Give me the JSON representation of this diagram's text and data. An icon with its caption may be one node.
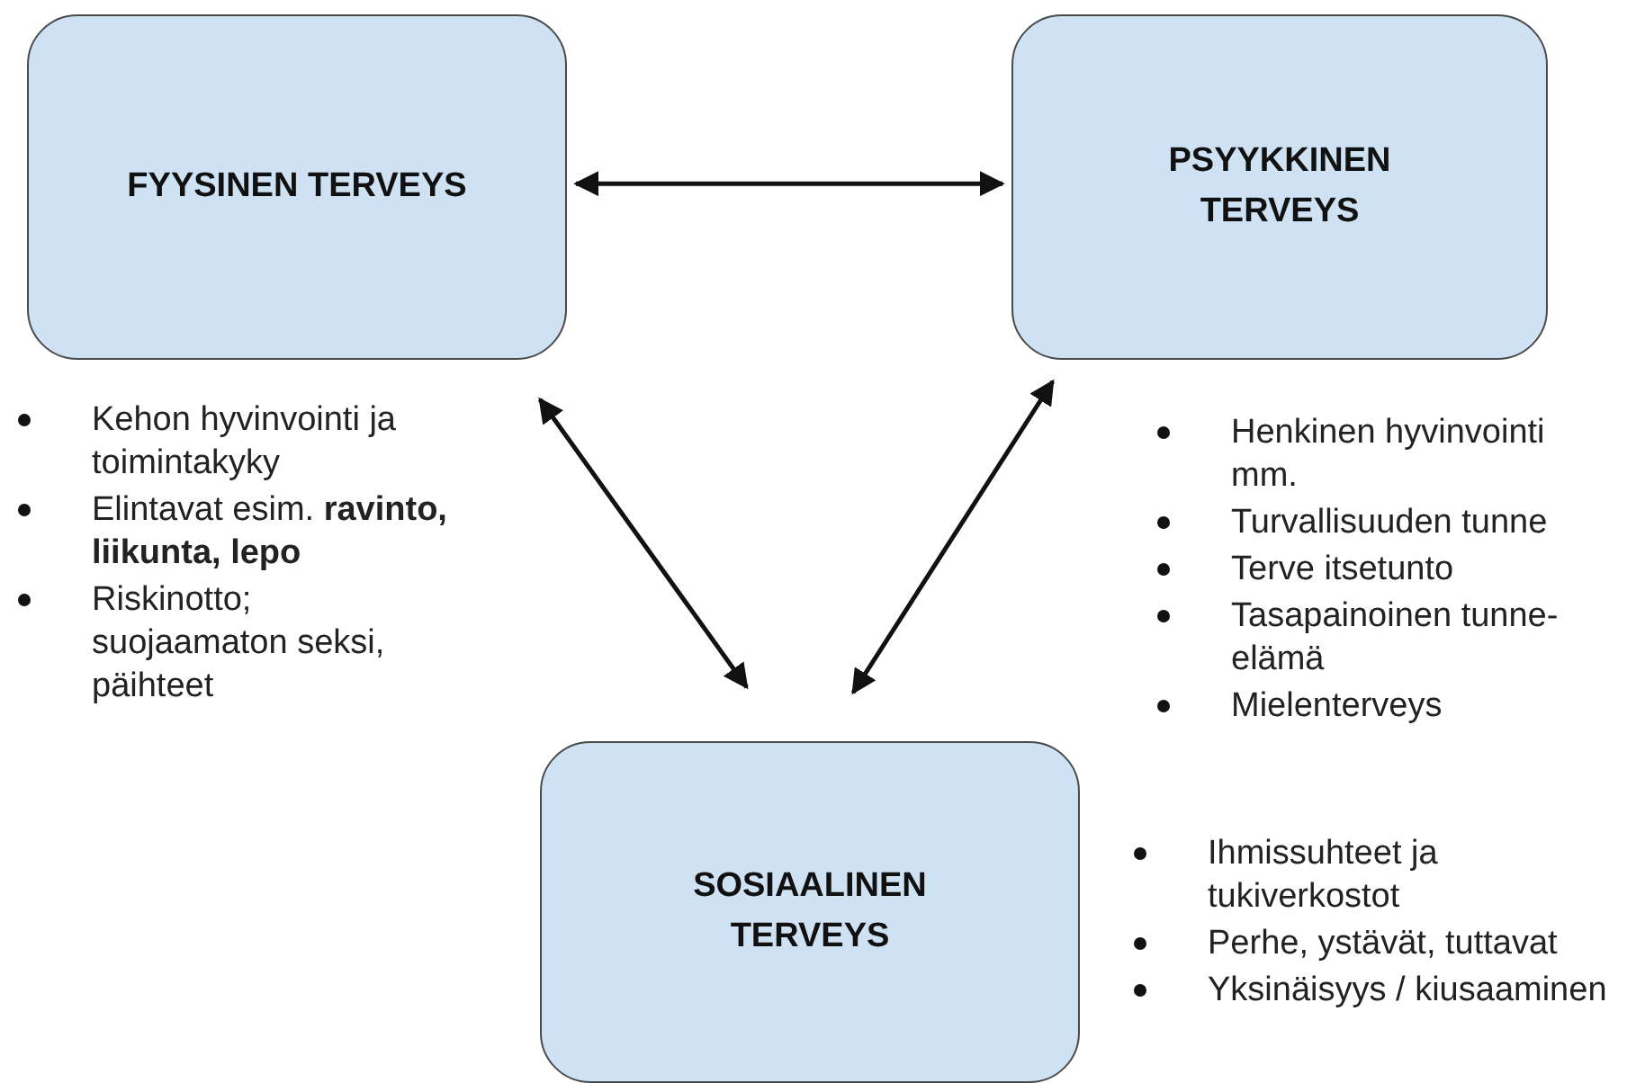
{
  "diagram": {
    "nodes": [
      {
        "text": [
          "FYYSINEN TERVEYS"
        ],
        "beside": [
          "Kehon hyvinvointi ja toimintakyky",
          "Elintavat esim. **ravinto, liikunta, lepo**",
          "Riskinotto; suojaamaton seksi, päihteet"
        ]
      },
      {
        "text": [
          "PSYYKKINEN TERVEYS"
        ],
        "beside": [
          "Henkinen hyvinvointi mm.",
          "Turvallisuuden tunne",
          "Terve itsetunto",
          "Tasapainoinen tunne-elämä",
          "Mielenterveys"
        ]
      },
      {
        "text": [
          "SOSIAALINEN TERVEYS"
        ],
        "beside": [
          "Ihmissuhteet ja tukiverkostot",
          "Perhe, ystävät, tuttavat",
          "Yksinäisyys / kiusaaminen"
        ]
      }
    ],
    "edges": [
      {
        "from": 0,
        "to": 1,
        "arrow": "both"
      },
      {
        "from": 0,
        "to": 2,
        "arrow": "both"
      },
      {
        "from": 1,
        "to": 2,
        "arrow": "both"
      }
    ]
  }
}
